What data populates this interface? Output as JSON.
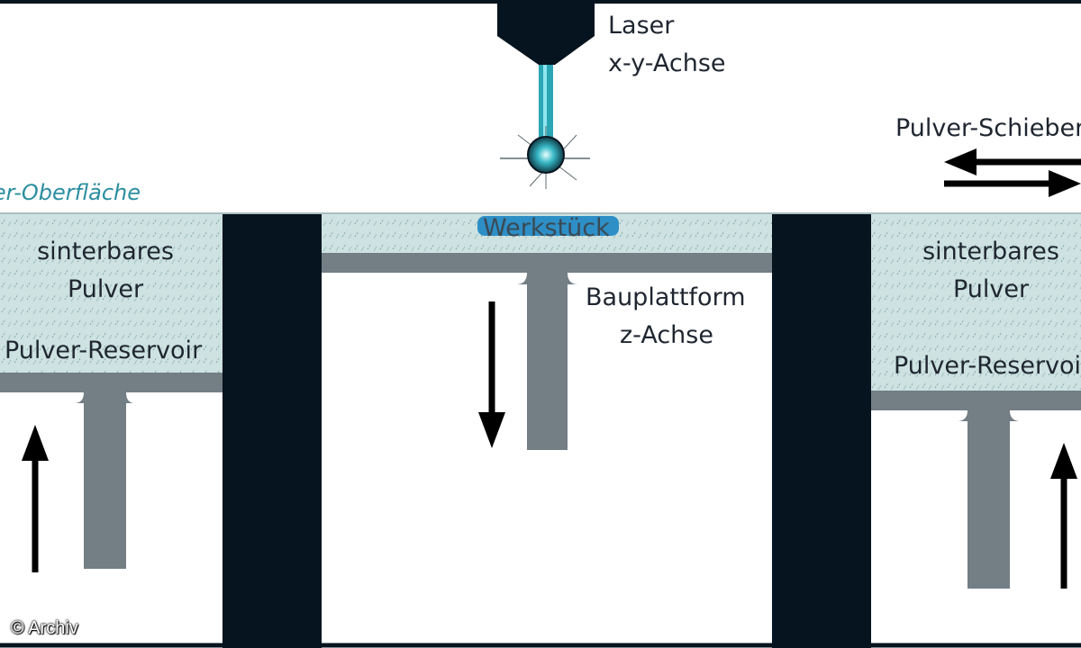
{
  "labels": {
    "laser": "Laser",
    "laser_axis": "x-y-Achse",
    "slider": "Pulver-Schieber",
    "surface": "Pulver-Oberfläche",
    "left_powder_line1": "sinterbares",
    "left_powder_line2": "Pulver",
    "left_reservoir": "Pulver-Reservoir",
    "workpiece": "Werkstück",
    "platform": "Bauplattform",
    "platform_axis": "z-Achse",
    "right_powder_line1": "sinterbares",
    "right_powder_line2": "Pulver",
    "right_reservoir": "Pulver-Reservoir",
    "credit": "© Archiv"
  },
  "colors": {
    "wall": "#06141f",
    "powder": "#cde2e1",
    "powder_dash": "#7fa3a4",
    "platform": "#737e85",
    "beam": "#2aa6b5",
    "surface_label": "#2b8ea0",
    "workpiece": "#2e8fc6",
    "text": "#1f2630",
    "arrow": "#000000"
  }
}
